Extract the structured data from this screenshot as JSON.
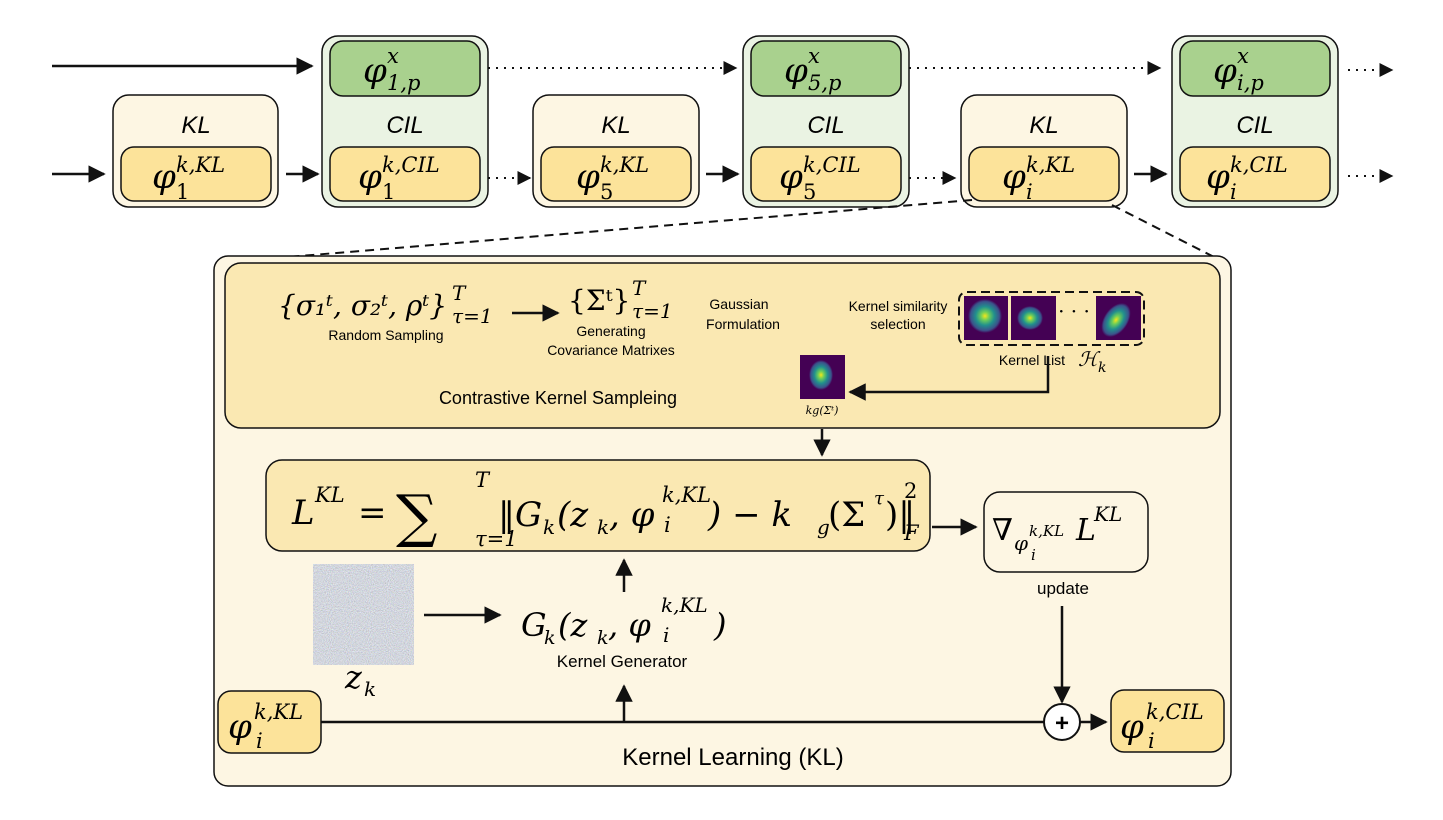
{
  "colors": {
    "cream": "#fdf6e3",
    "yellow": "#fce39a",
    "green_light": "#eaf3e3",
    "green_dark": "#a9d18e",
    "inner_panel": "#fae8b2",
    "stroke": "#111111"
  },
  "pipeline": {
    "kl_label": "KL",
    "cil_label": "CIL",
    "top": {
      "phi": "φ",
      "p1": {
        "sup": "x",
        "sub": "1,p"
      },
      "p5": {
        "sup": "x",
        "sub": "5,p"
      },
      "pi": {
        "sup": "x",
        "sub": "i,p"
      }
    },
    "bottom": {
      "kl1": {
        "sup": "k,KL",
        "sub": "1"
      },
      "cil1": {
        "sup": "k,CIL",
        "sub": "1"
      },
      "kl5": {
        "sup": "k,KL",
        "sub": "5"
      },
      "cil5": {
        "sup": "k,CIL",
        "sub": "5"
      },
      "kli": {
        "sup": "k,KL",
        "sub": "i"
      },
      "cili": {
        "sup": "k,CIL",
        "sub": "i"
      }
    }
  },
  "sampling": {
    "set_formula": "{σ₁ᵗ, σ₂ᵗ, ρᵗ}",
    "set_sup": "T",
    "set_sub": "τ=1",
    "random_sampling": "Random Sampling",
    "sigma_formula": "{Σᵗ}",
    "sigma_sup": "T",
    "sigma_sub": "τ=1",
    "generating": "Generating",
    "covariance": "Covariance Matrixes",
    "gaussian": "Gaussian",
    "formulation": "Formulation",
    "kernel_similarity": "Kernel similarity",
    "selection": "selection",
    "dots": "· · ·",
    "kernel_list": "Kernel List",
    "kernel_list_symbol": "ℋ",
    "kernel_list_sub": "k",
    "kg_label": "kg(Σᵗ)",
    "title": "Contrastive Kernel Sampleing"
  },
  "loss": {
    "formula_left": "L",
    "formula_left_sup": "KL",
    "equals": "=",
    "sum": "∑",
    "sum_sup": "T",
    "sum_sub": "τ=1",
    "norm_body": "‖G",
    "body2": "(z",
    "body3": ", φ",
    "body4": ") − k",
    "body5": "(Σ",
    "body6": ")‖",
    "g_sub": "k",
    "z_sub": "k",
    "phi_sup": "k,KL",
    "phi_sub": "i",
    "kg_sub": "g",
    "sigma_sup": "τ",
    "norm_sup": "2",
    "norm_sub": "F"
  },
  "gradient": {
    "nabla": "∇",
    "sub": "φ",
    "sub_sup": "k,KL",
    "sub_sub": "i",
    "L": "L",
    "L_sup": "KL",
    "update": "update"
  },
  "generator": {
    "G": "G",
    "G_sub": "k",
    "open": "(z",
    "z_sub": "k",
    "comma": ", φ",
    "phi_sup": "k,KL",
    "phi_sub": "i",
    "close": ")",
    "label": "Kernel Generator",
    "z": "z",
    "z_label_sub": "k"
  },
  "bottom_row": {
    "in_sup": "k,KL",
    "in_sub": "i",
    "out_sup": "k,CIL",
    "out_sub": "i",
    "plus": "+",
    "title": "Kernel Learning (KL)"
  }
}
